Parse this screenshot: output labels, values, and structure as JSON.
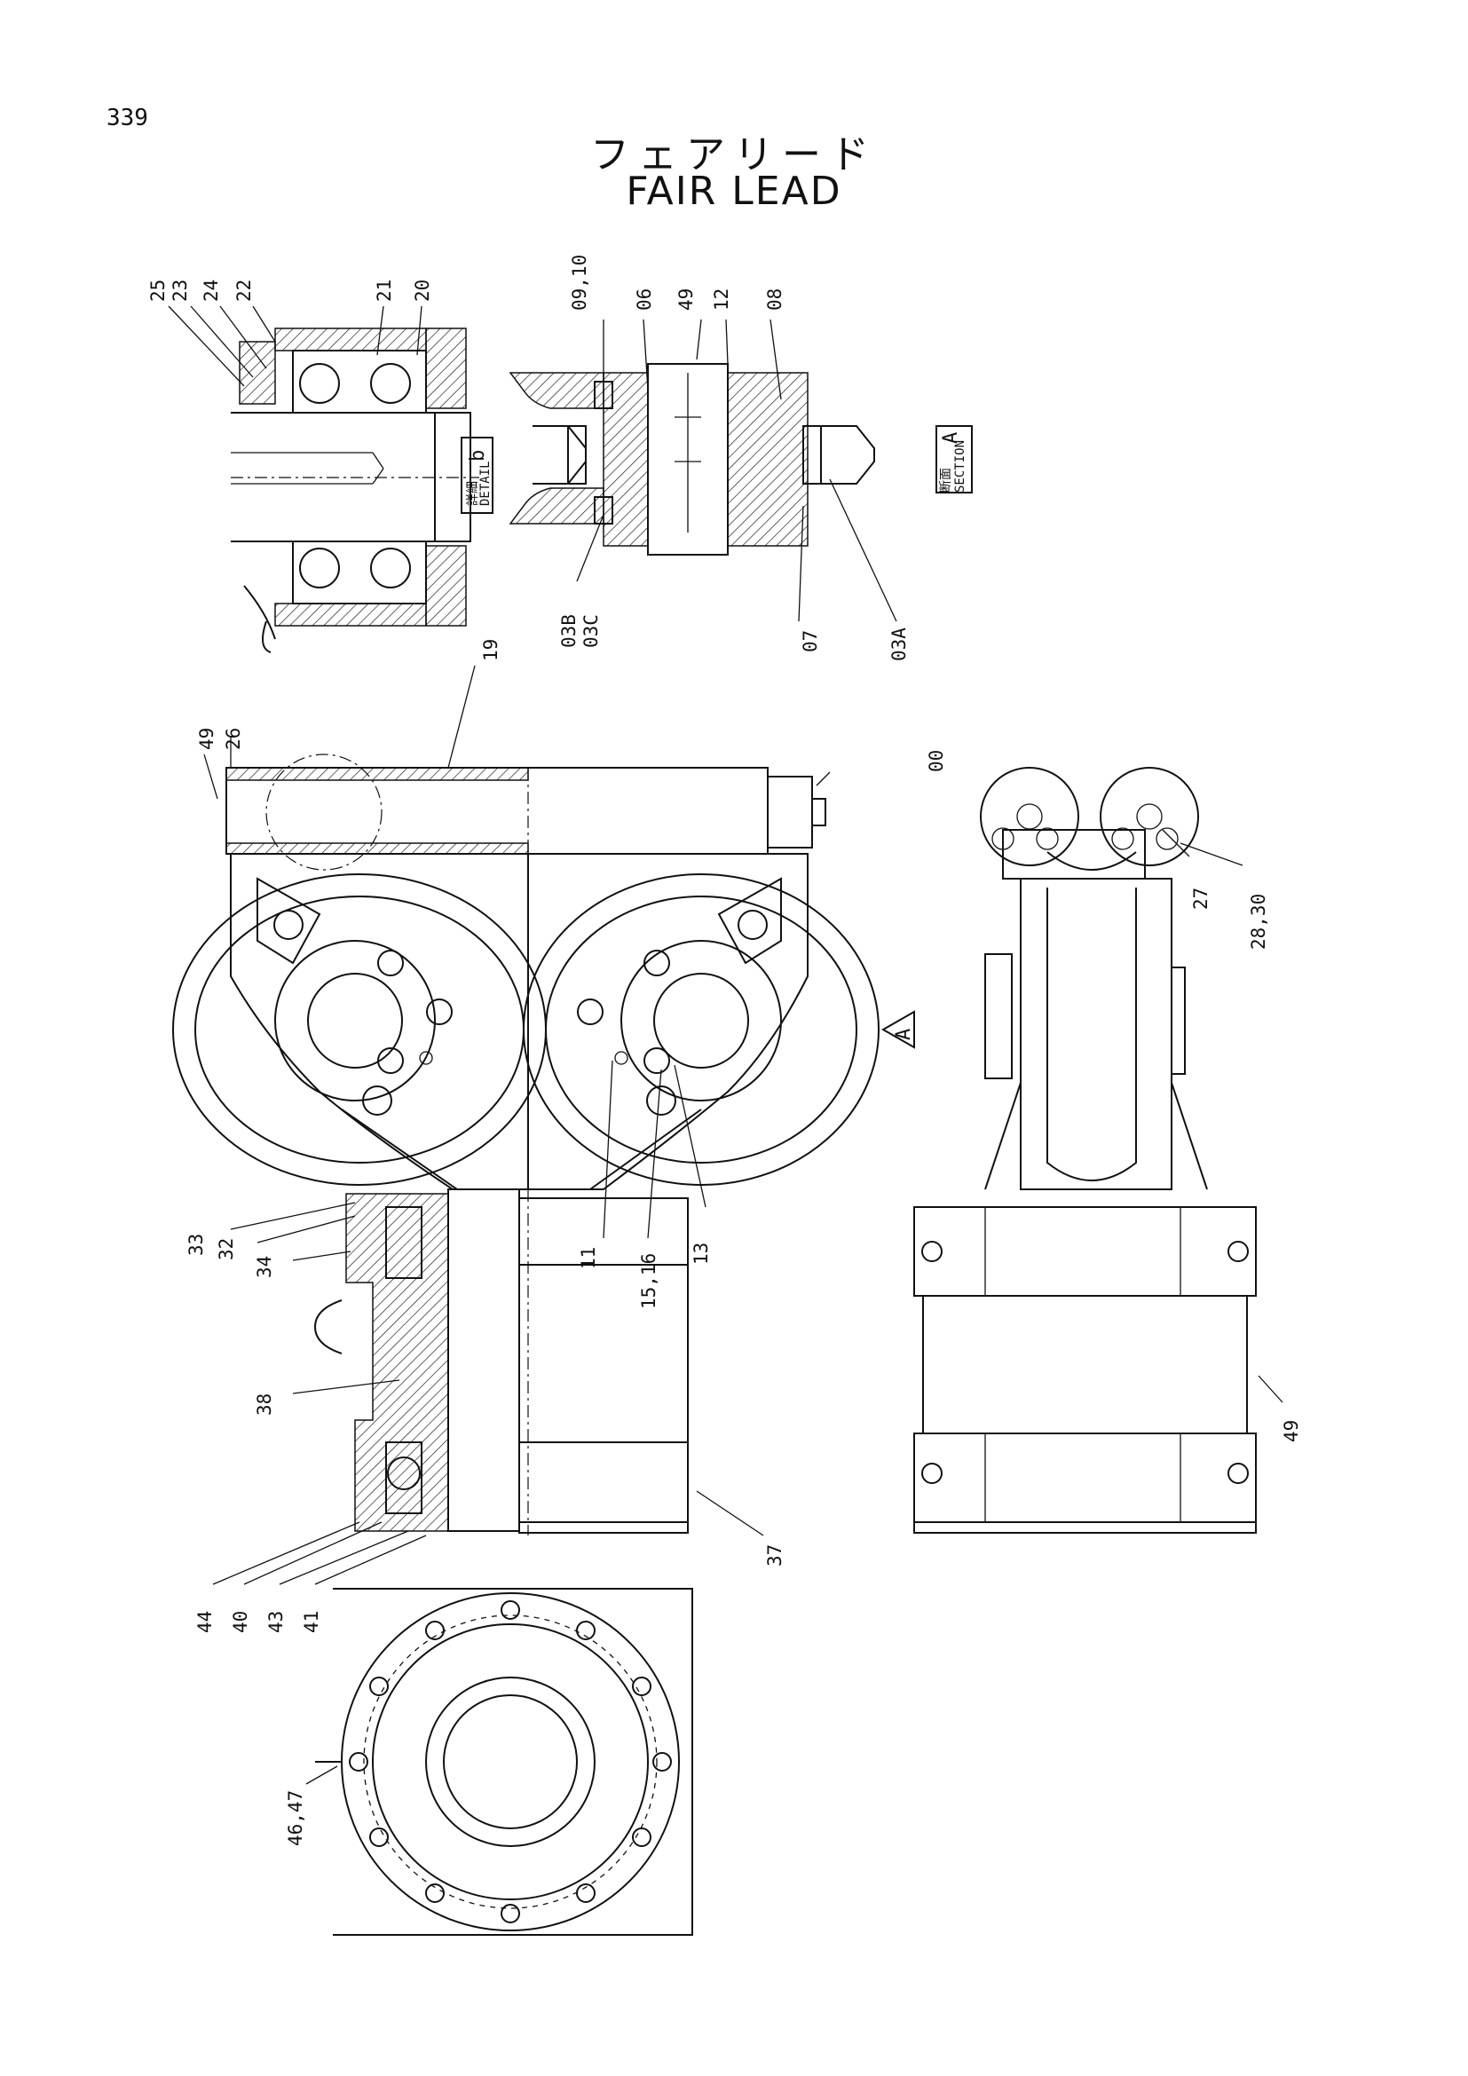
{
  "page_number": "339",
  "title_jp": "フェアリード",
  "title_en": "FAIR LEAD",
  "tags": {
    "detail_jp": "詳細",
    "detail_en": "DETAIL",
    "detail_letter": "b",
    "section_jp": "断面",
    "section_en": "SECTION",
    "section_letter": "A",
    "view_mark": "A"
  },
  "labels": {
    "l25": "25",
    "l23": "23",
    "l24": "24",
    "l22": "22",
    "l21": "21",
    "l20": "20",
    "l0910": "09,10",
    "l06": "06",
    "l49a": "49",
    "l12": "12",
    "l08": "08",
    "l03b": "03B",
    "l03c": "03C",
    "l07": "07",
    "l03a": "03A",
    "l19": "19",
    "l49b": "49",
    "l26": "26",
    "l00": "00",
    "l27": "27",
    "l2830": "28,30",
    "l33": "33",
    "l32": "32",
    "l34": "34",
    "l11": "11",
    "l1516": "15,16",
    "l13": "13",
    "l38": "38",
    "l49c": "49",
    "l37": "37",
    "l44": "44",
    "l40": "40",
    "l43": "43",
    "l41": "41",
    "l4647": "46,47"
  }
}
